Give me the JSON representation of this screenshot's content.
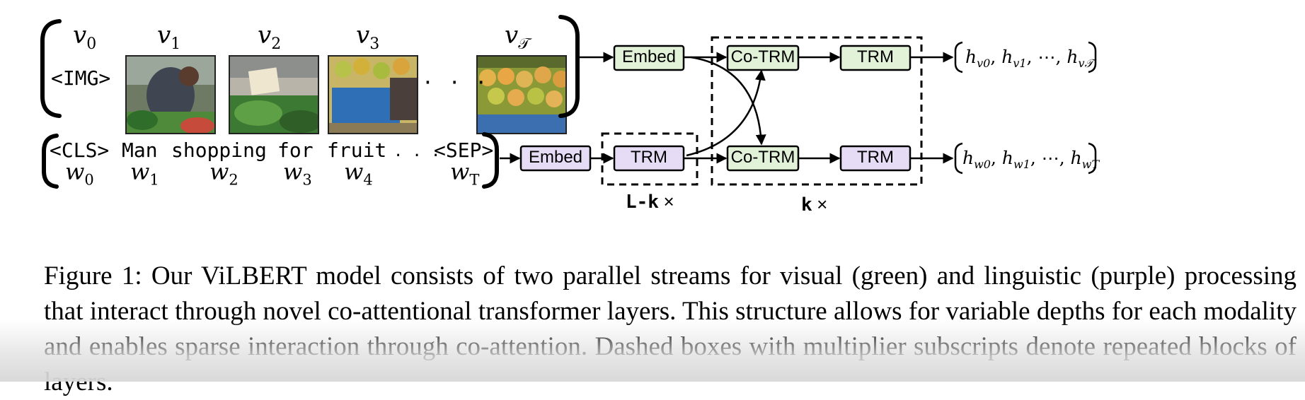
{
  "visual_stream": {
    "bracket_label": "<IMG>",
    "labels": [
      {
        "base": "v",
        "sub": "0"
      },
      {
        "base": "v",
        "sub": "1"
      },
      {
        "base": "v",
        "sub": "2"
      },
      {
        "base": "v",
        "sub": "3"
      },
      {
        "base": "v",
        "sub": "𝒯"
      }
    ],
    "ellipsis": "· · ·"
  },
  "text_stream": {
    "tokens": [
      "<CLS>",
      "Man",
      "shopping",
      "for",
      "fruit",
      "<SEP>"
    ],
    "ellipsis": "· · ·",
    "word_labels": [
      {
        "base": "w",
        "sub": "0"
      },
      {
        "base": "w",
        "sub": "1"
      },
      {
        "base": "w",
        "sub": "2"
      },
      {
        "base": "w",
        "sub": "3"
      },
      {
        "base": "w",
        "sub": "4"
      },
      {
        "base": "w",
        "sub": "T"
      }
    ]
  },
  "blocks": {
    "embed": "Embed",
    "co_trm": "Co-TRM",
    "trm": "TRM"
  },
  "multipliers": {
    "left_bold": "L-k",
    "right_bold": "k",
    "times": "×"
  },
  "outputs": {
    "visual": [
      "h",
      "v0",
      ", ",
      "h",
      "v1",
      ", ⋯, ",
      "h",
      "v𝒯"
    ],
    "text": [
      "h",
      "w0",
      ", ",
      "h",
      "w1",
      ", ⋯, ",
      "h",
      "wT"
    ]
  },
  "colors": {
    "visual_block": "#e2f2d9",
    "text_block": "#e7dcf5"
  },
  "caption": {
    "text": "Figure 1: Our ViLBERT model consists of two parallel streams for visual (green) and linguistic (purple) processing that interact through novel co-attentional transformer layers. This structure allows for variable depths for each modality and enables sparse interaction through co-attention. Dashed boxes with multiplier subscripts denote repeated blocks of layers."
  }
}
